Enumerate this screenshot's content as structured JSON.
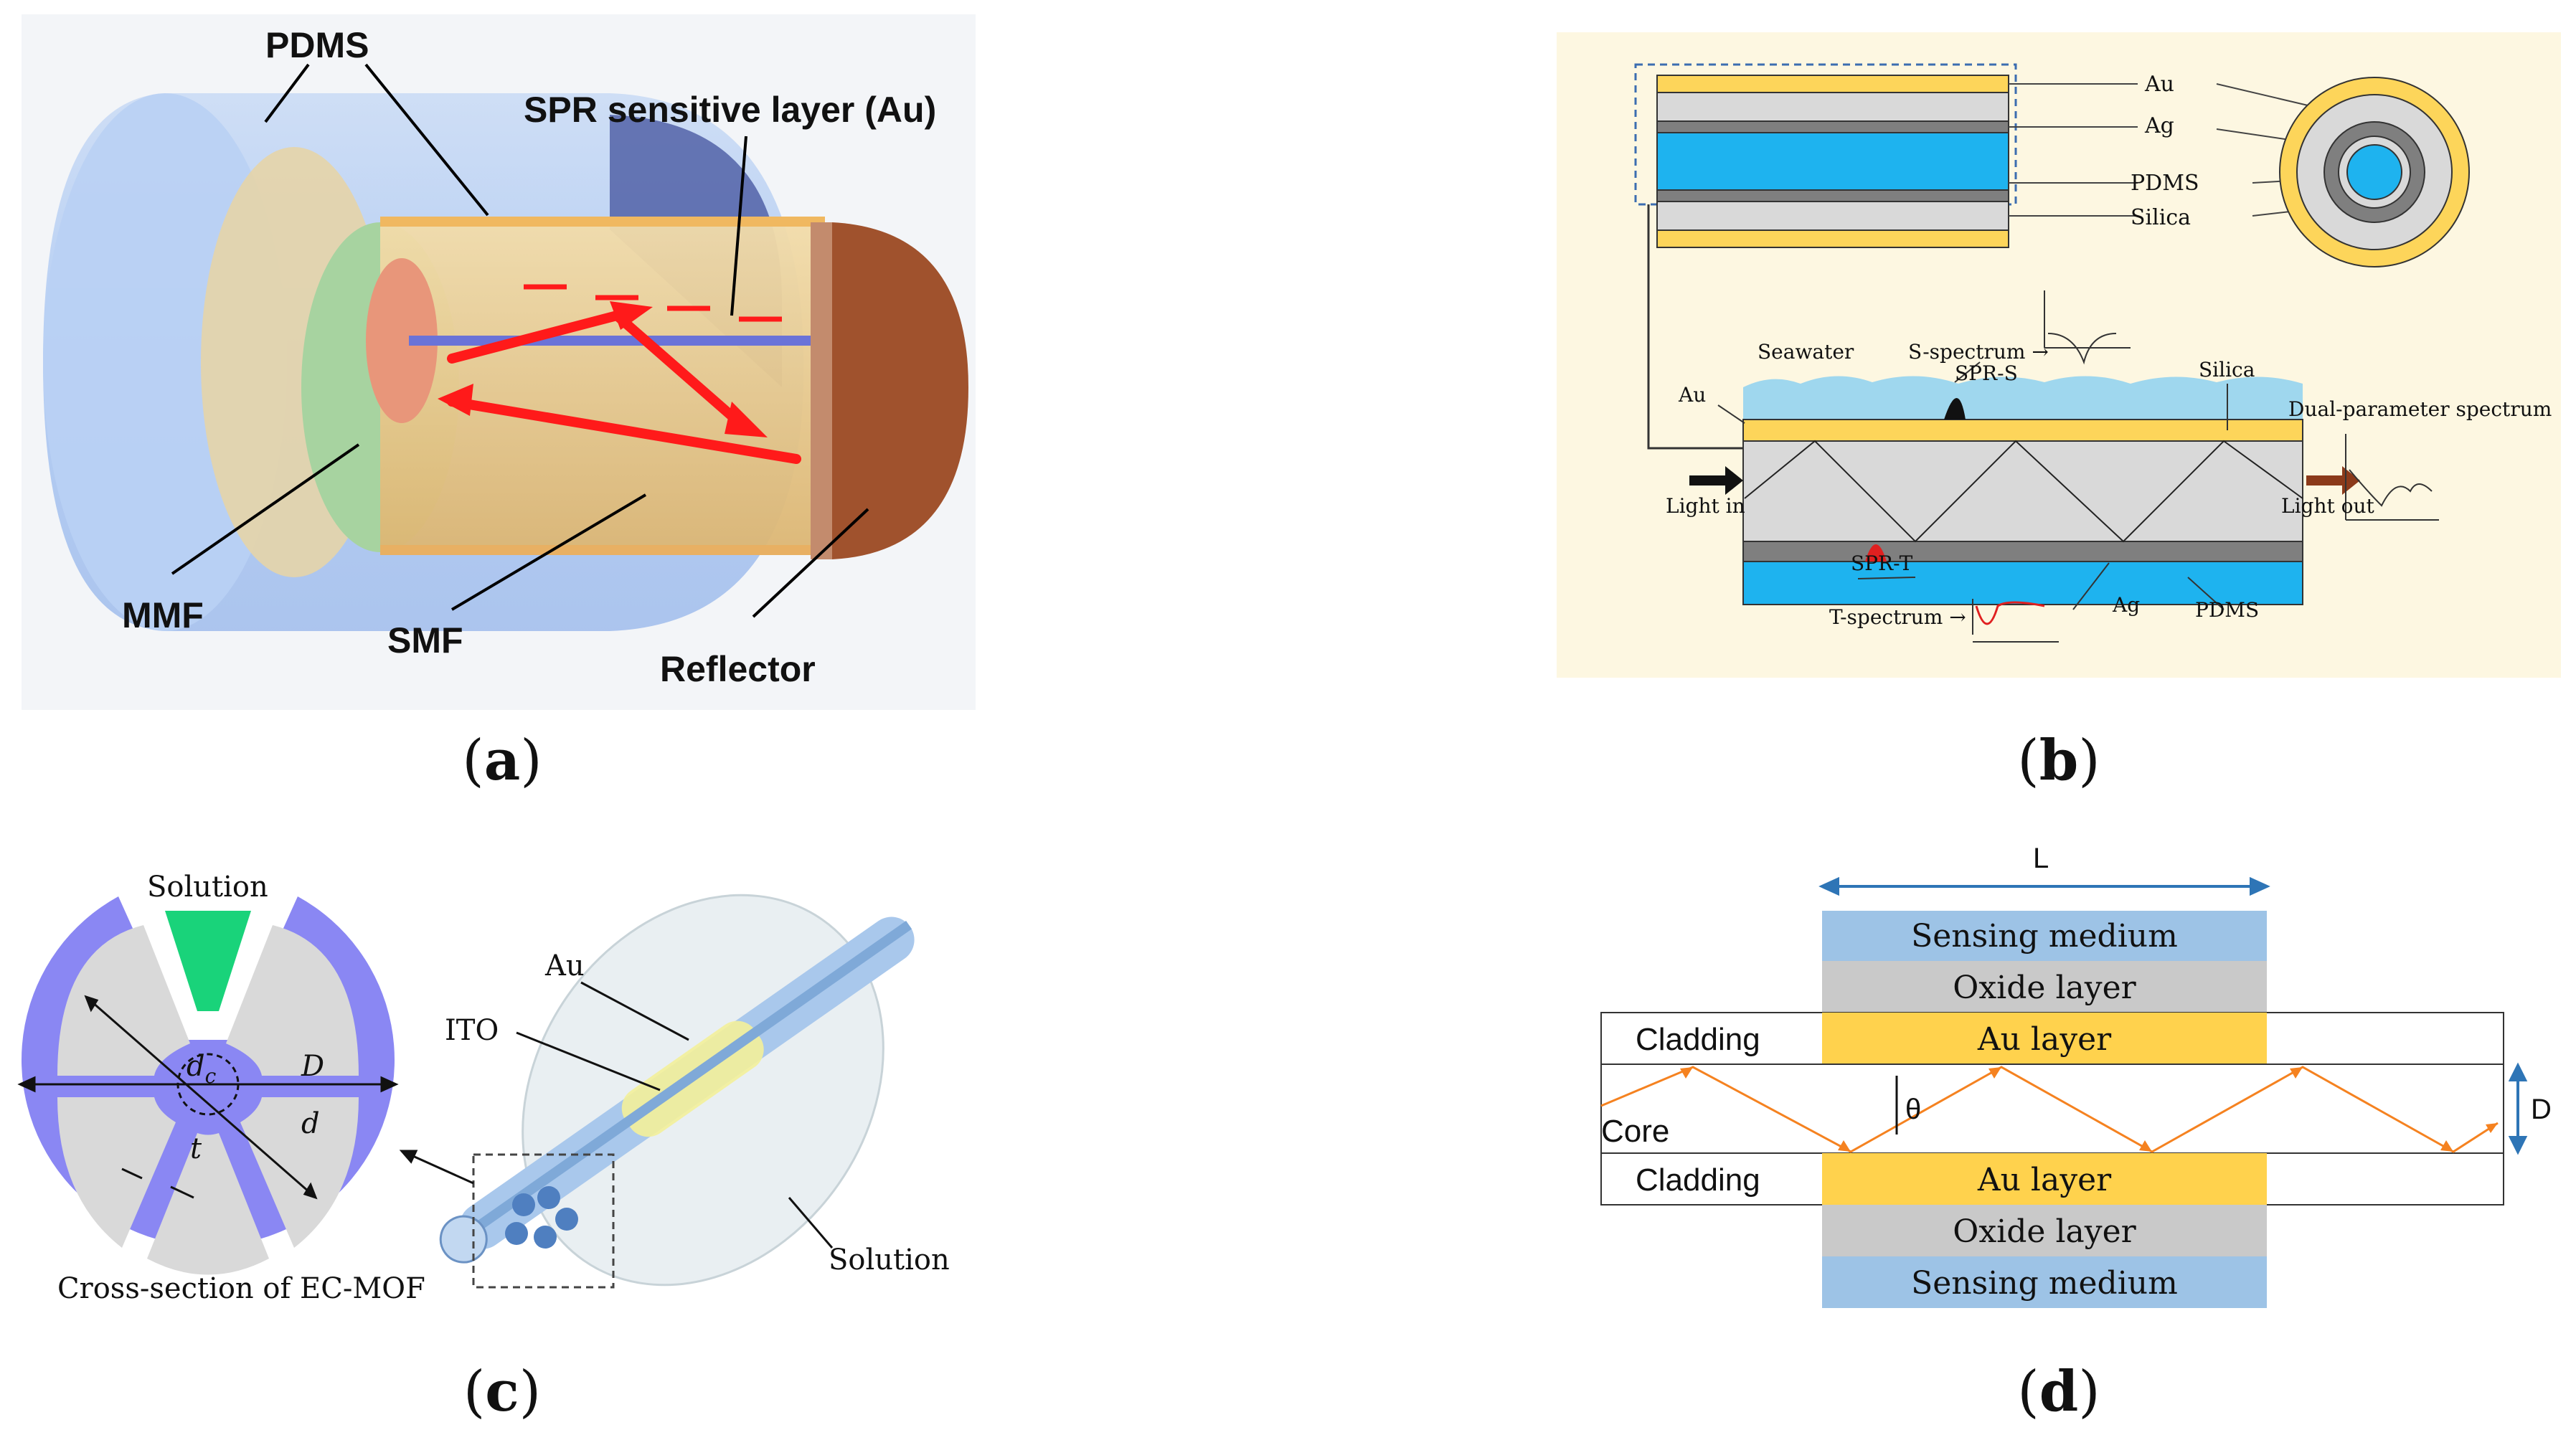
{
  "captions": {
    "a": {
      "open": "(",
      "letter": "a",
      "close": ")"
    },
    "b": {
      "open": "(",
      "letter": "b",
      "close": ")"
    },
    "c": {
      "open": "(",
      "letter": "c",
      "close": ")"
    },
    "d": {
      "open": "(",
      "letter": "d",
      "close": ")"
    }
  },
  "panel_a": {
    "labels": {
      "pdms": "PDMS",
      "spr_layer": "SPR sensitive layer (Au)",
      "mmf": "MMF",
      "smf": "SMF",
      "reflector": "Reflector"
    },
    "colors": {
      "pdms": "#a9c6f2",
      "fiber": "#e6c98f",
      "reflector": "#a0522d",
      "beam": "#ff1a1a"
    }
  },
  "panel_b": {
    "layer_labels": [
      "Au",
      "Ag",
      "PDMS",
      "Silica"
    ],
    "labels": {
      "seawater": "Seawater",
      "s_spectrum": "S-spectrum →",
      "spr_s": "SPR-S",
      "silica": "Silica",
      "au": "Au",
      "dual": "Dual-parameter spectrum",
      "light_in": "Light in",
      "light_out": "Light out",
      "spr_t": "SPR-T",
      "ag": "Ag",
      "pdms": "PDMS",
      "t_spectrum": "T-spectrum →"
    },
    "colors": {
      "background": "#fdf7e1",
      "au": "#fdd55a",
      "ag": "#7f7f7f",
      "pdms": "#1eb3ef",
      "silica": "#d9d9d9"
    }
  },
  "panel_c": {
    "labels": {
      "solution_top": "Solution",
      "dc_main": "d",
      "dc_sub": "c",
      "D": "D",
      "d": "d",
      "t": "t",
      "cross_section": "Cross-section of EC-MOF",
      "au": "Au",
      "ito": "ITO",
      "solution_bottom": "Solution"
    },
    "colors": {
      "fiber": "#8a87f3",
      "solution": "#19d37a"
    }
  },
  "panel_d": {
    "L": "L",
    "D": "D",
    "theta": "θ",
    "core": "Core",
    "cladding_top": "Cladding",
    "cladding_bottom": "Cladding",
    "top_layers": [
      "Sensing medium",
      "Oxide layer",
      "Au layer"
    ],
    "bottom_layers": [
      "Au layer",
      "Oxide layer",
      "Sensing medium"
    ],
    "colors": {
      "sensing": "#9dc3e6",
      "oxide": "#c9c9c9",
      "au": "#ffd24d",
      "ray": "#f58220",
      "arrow": "#2e75b6"
    }
  }
}
